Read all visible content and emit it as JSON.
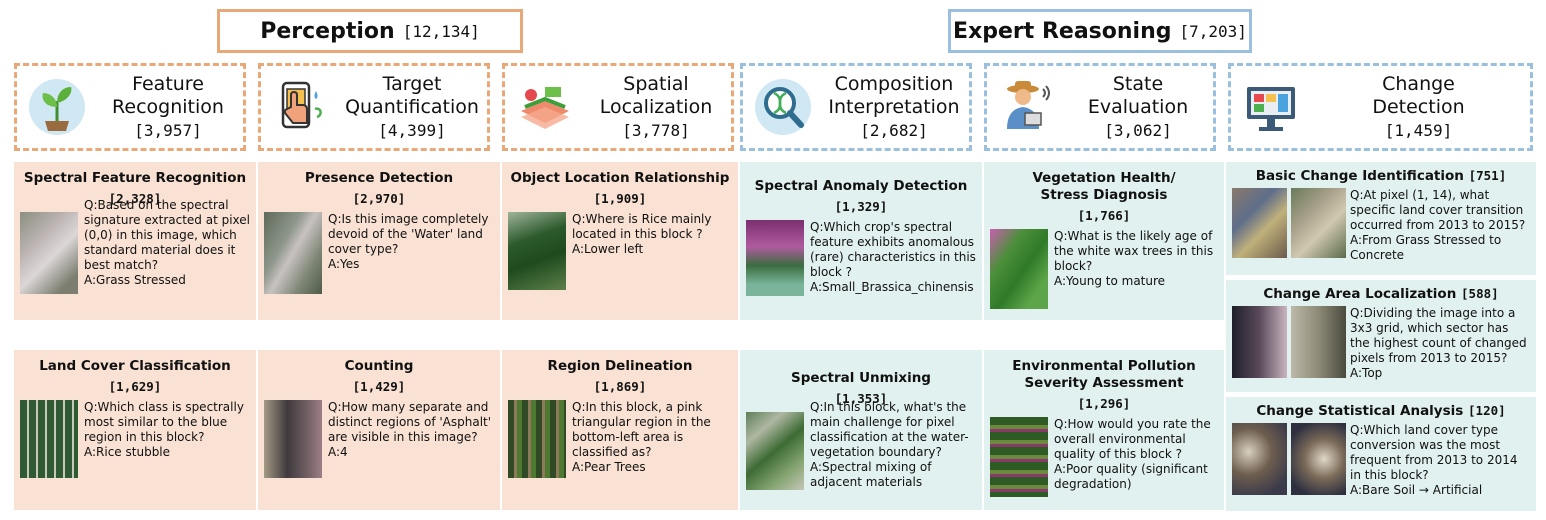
{
  "groups": {
    "perception": {
      "title": "Perception",
      "count": "[12,134]"
    },
    "reasoning": {
      "title": "Expert Reasoning",
      "count": "[7,203]"
    }
  },
  "categories": [
    {
      "name_lines": [
        "Feature",
        "Recognition"
      ],
      "count": "[3,957]",
      "icon": "plant-icon"
    },
    {
      "name_lines": [
        "Target",
        "Quantification"
      ],
      "count": "[4,399]",
      "icon": "phone-tap-icon"
    },
    {
      "name_lines": [
        "Spatial",
        "Localization"
      ],
      "count": "[3,778]",
      "icon": "field-map-icon"
    },
    {
      "name_lines": [
        "Composition",
        "Interpretation"
      ],
      "count": "[2,682]",
      "icon": "dna-magnifier-icon"
    },
    {
      "name_lines": [
        "State",
        "Evaluation"
      ],
      "count": "[3,062]",
      "icon": "farmer-icon"
    },
    {
      "name_lines": [
        "Change",
        "Detection"
      ],
      "count": "[1,459]",
      "icon": "monitor-icon"
    }
  ],
  "tasks": {
    "spectral_feature": {
      "title": "Spectral Feature Recognition",
      "count": "[2,328]",
      "qa": [
        "Q:Based on the spectral signature extracted at pixel (0,0) in this image, which standard material does it best match?",
        "A:Grass Stressed"
      ]
    },
    "presence": {
      "title": "Presence Detection",
      "count": "[2,970]",
      "qa": [
        "Q:Is this image completely devoid of the 'Water' land cover type?",
        "A:Yes"
      ]
    },
    "object_location": {
      "title": "Object Location Relationship",
      "count": "[1,909]",
      "qa": [
        "Q:Where is Rice mainly located in this block ?",
        "A:Lower left"
      ]
    },
    "spectral_anomaly": {
      "title": "Spectral Anomaly Detection",
      "count": "[1,329]",
      "qa": [
        "Q:Which crop's spectral feature exhibits anomalous (rare) characteristics in this block ?",
        "A:Small_Brassica_chinensis"
      ]
    },
    "vegetation_health": {
      "title_lines": [
        "Vegetation Health/",
        "Stress Diagnosis"
      ],
      "count": "[1,766]",
      "qa": [
        "Q:What is the likely age of the white wax trees in this block?",
        "A:Young to mature"
      ]
    },
    "land_cover": {
      "title": "Land Cover Classification",
      "count": "[1,629]",
      "qa": [
        "Q:Which class is spectrally most similar to the blue region in this block?",
        "A:Rice stubble"
      ]
    },
    "counting": {
      "title": "Counting",
      "count": "[1,429]",
      "qa": [
        "Q:How many separate and distinct regions of 'Asphalt' are visible in this image?",
        "A:4"
      ]
    },
    "region_delineation": {
      "title": "Region Delineation",
      "count": "[1,869]",
      "qa": [
        "Q:In this block, a pink triangular region in the bottom-left area is classified as?",
        "A:Pear Trees"
      ]
    },
    "spectral_unmixing": {
      "title": "Spectral Unmixing",
      "count": "[1,353]",
      "qa": [
        "Q:In this block, what's the main challenge for pixel classification at the water-vegetation boundary?",
        "A:Spectral mixing of adjacent materials"
      ]
    },
    "env_pollution": {
      "title_lines": [
        "Environmental Pollution",
        "Severity Assessment"
      ],
      "count": "[1,296]",
      "qa": [
        "Q:How would you rate the overall environmental quality of this block ?",
        "A:Poor quality (significant degradation)"
      ]
    },
    "basic_change": {
      "title": "Basic Change Identification",
      "count": "[751]",
      "qa": [
        "Q:At pixel (1, 14), what specific land cover transition occurred from 2013 to 2015?",
        "A:From Grass Stressed to Concrete"
      ]
    },
    "change_area": {
      "title": "Change Area Localization",
      "count": "[588]",
      "qa": [
        "Q:Dividing the image into a 3x3 grid, which sector has the highest count of changed pixels from 2013 to 2015?",
        "A:Top"
      ]
    },
    "change_stat": {
      "title": "Change Statistical Analysis",
      "count": "[120]",
      "qa": [
        "Q:Which land cover type conversion was the most frequent from 2013 to 2014 in this block?",
        "A:Bare Soil → Artificial"
      ]
    }
  },
  "colors": {
    "orange_border": "#e8a877",
    "blue_border": "#9bbfdf",
    "orange_fill": "#f9e1d3",
    "blue_fill": "#e1f1ef"
  }
}
